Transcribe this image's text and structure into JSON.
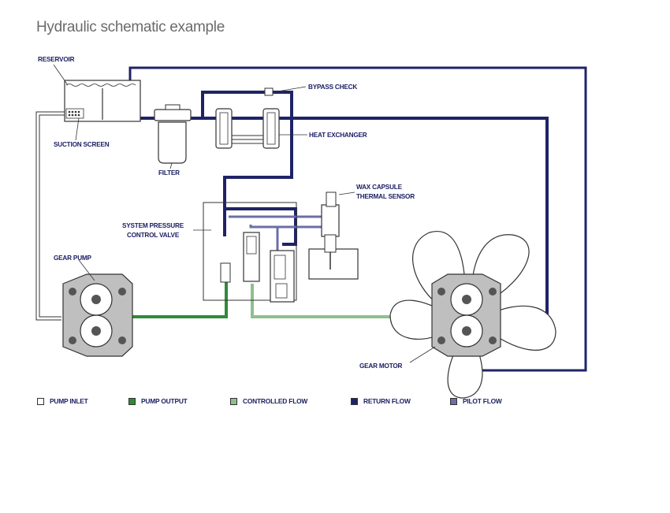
{
  "title": "Hydraulic schematic example",
  "colors": {
    "pump_inlet": "#ffffff",
    "pump_output": "#2f8a3a",
    "controlled_flow": "#8fbf8f",
    "return_flow": "#1f2366",
    "pilot_flow": "#6b6fa6",
    "outline": "#333333"
  },
  "labels": {
    "reservoir": "RESERVOIR",
    "bypass_check": "BYPASS CHECK",
    "heat_exchanger": "HEAT EXCHANGER",
    "suction_screen": "SUCTION SCREEN",
    "filter": "FILTER",
    "wax_capsule_1": "WAX CAPSULE",
    "wax_capsule_2": "THERMAL SENSOR",
    "system_pressure_1": "SYSTEM PRESSURE",
    "system_pressure_2": "CONTROL VALVE",
    "gear_pump": "GEAR PUMP",
    "gear_motor": "GEAR MOTOR"
  },
  "legend": [
    {
      "label": "PUMP INLET",
      "color_key": "pump_inlet"
    },
    {
      "label": "PUMP OUTPUT",
      "color_key": "pump_output"
    },
    {
      "label": "CONTROLLED FLOW",
      "color_key": "controlled_flow"
    },
    {
      "label": "RETURN FLOW",
      "color_key": "return_flow"
    },
    {
      "label": "PILOT FLOW",
      "color_key": "pilot_flow"
    }
  ]
}
